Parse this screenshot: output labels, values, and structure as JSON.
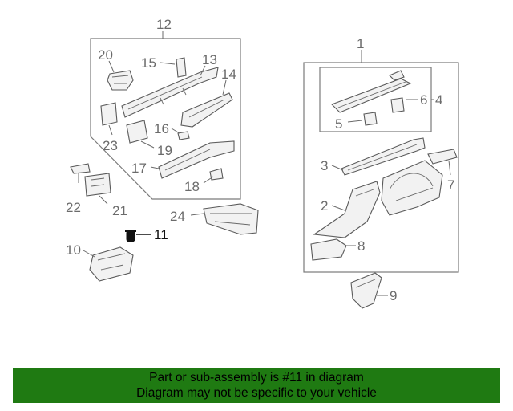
{
  "diagram": {
    "callouts": {
      "c1": "1",
      "c2": "2",
      "c3": "3",
      "c4": "4",
      "c5": "5",
      "c6": "6",
      "c7": "7",
      "c8": "8",
      "c9": "9",
      "c10": "10",
      "c11": "11",
      "c12": "12",
      "c13": "13",
      "c14": "14",
      "c15": "15",
      "c16": "16",
      "c17": "17",
      "c18": "18",
      "c19": "19",
      "c20": "20",
      "c21": "21",
      "c22": "22",
      "c23": "23",
      "c24": "24"
    },
    "highlighted_part": "11",
    "colors": {
      "line": "#6b6b6b",
      "highlight": "#111111",
      "banner": "#1f7a12"
    }
  },
  "footer": {
    "line1": "Part or sub-assembly is #11 in diagram",
    "line2": "Diagram may not be specific to your vehicle"
  }
}
